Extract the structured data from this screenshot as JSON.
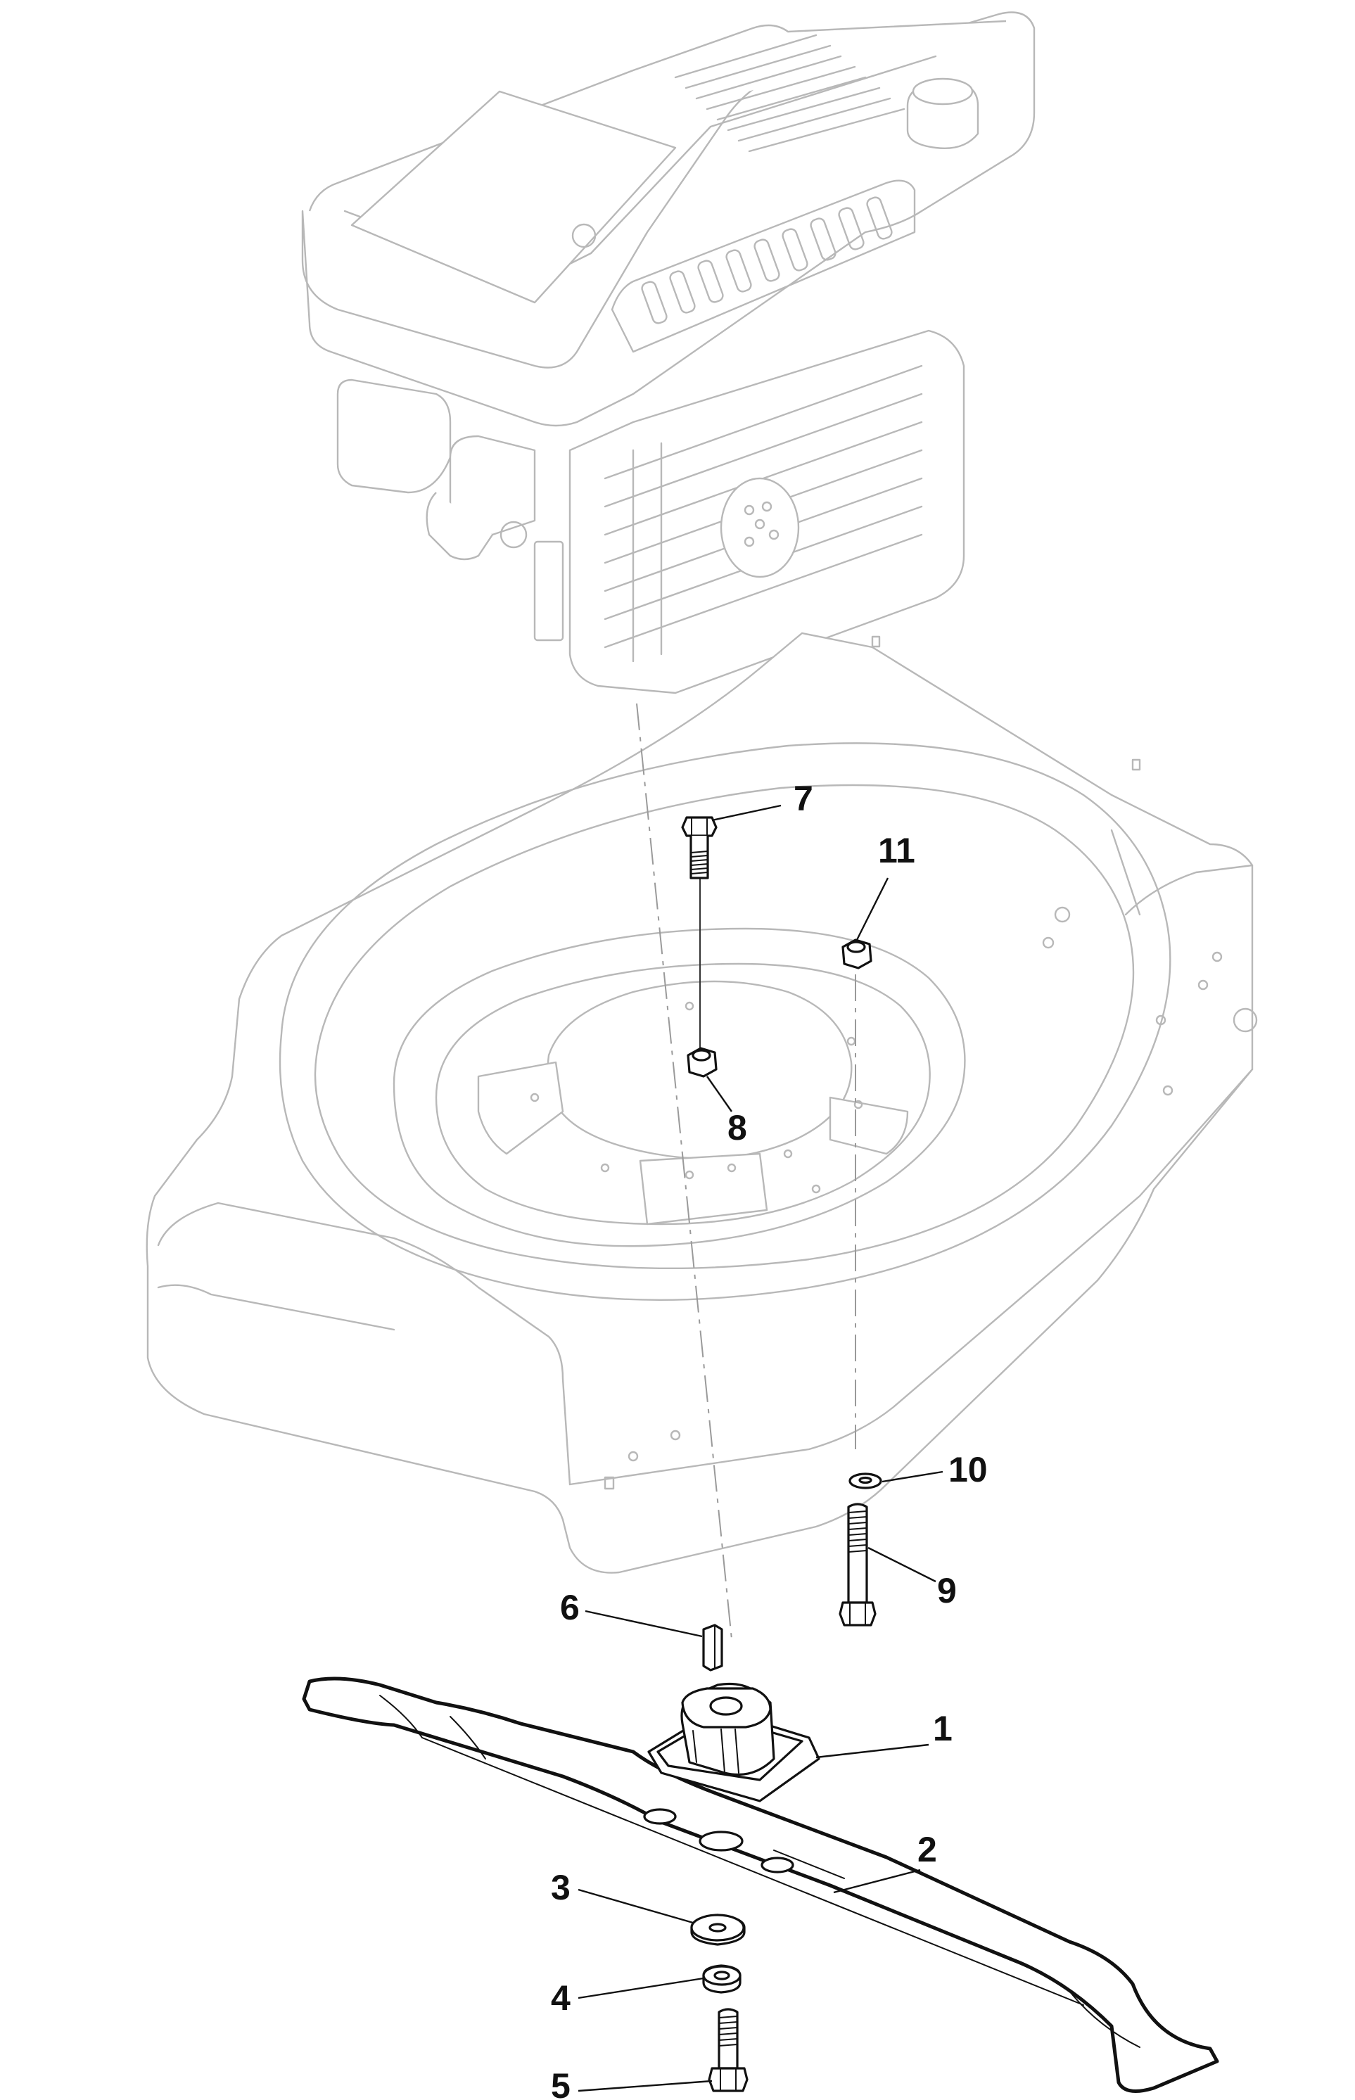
{
  "diagram": {
    "callouts": [
      {
        "id": "c1",
        "label": "1"
      },
      {
        "id": "c2",
        "label": "2"
      },
      {
        "id": "c3",
        "label": "3"
      },
      {
        "id": "c4",
        "label": "4"
      },
      {
        "id": "c5",
        "label": "5"
      },
      {
        "id": "c6",
        "label": "6"
      },
      {
        "id": "c7",
        "label": "7"
      },
      {
        "id": "c8",
        "label": "8"
      },
      {
        "id": "c9",
        "label": "9"
      },
      {
        "id": "c10",
        "label": "10"
      },
      {
        "id": "c11",
        "label": "11"
      }
    ],
    "colors": {
      "background": "#ffffff",
      "parts": "#111111",
      "context_outline": "#b8b8b8"
    },
    "icons": [
      "engine",
      "mower-deck",
      "blade",
      "blade-adapter",
      "bolt",
      "nut",
      "washer",
      "key"
    ]
  }
}
